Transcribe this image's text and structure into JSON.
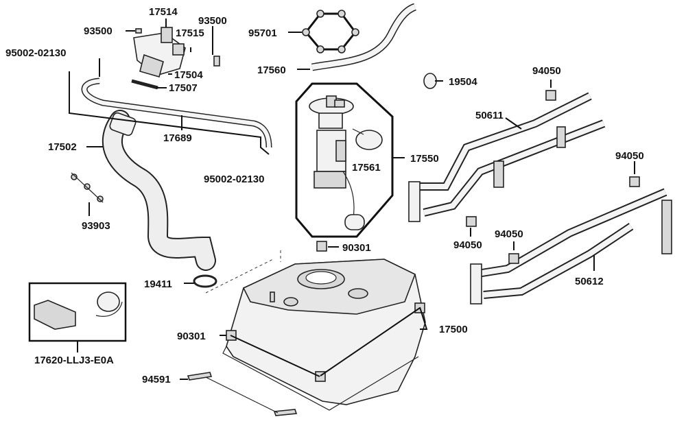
{
  "labels": {
    "p17514": "17514",
    "p93500a": "93500",
    "p93500b": "93500",
    "p17515": "17515",
    "p95002a": "95002-02130",
    "p17504": "17504",
    "p17507": "17507",
    "p17689": "17689",
    "p17502": "17502",
    "p95002b": "95002-02130",
    "p93903": "93903",
    "p95701": "95701",
    "p17560": "17560",
    "p19504": "19504",
    "p94050a": "94050",
    "p50611": "50611",
    "p17561": "17561",
    "p17550": "17550",
    "p94050b": "94050",
    "p94050c": "94050",
    "p94050d": "94050",
    "p50612": "50612",
    "p90301a": "90301",
    "p19411": "19411",
    "p17500": "17500",
    "p90301b": "90301",
    "p94591": "94591",
    "p17620": "17620-LLJ3-E0A"
  }
}
